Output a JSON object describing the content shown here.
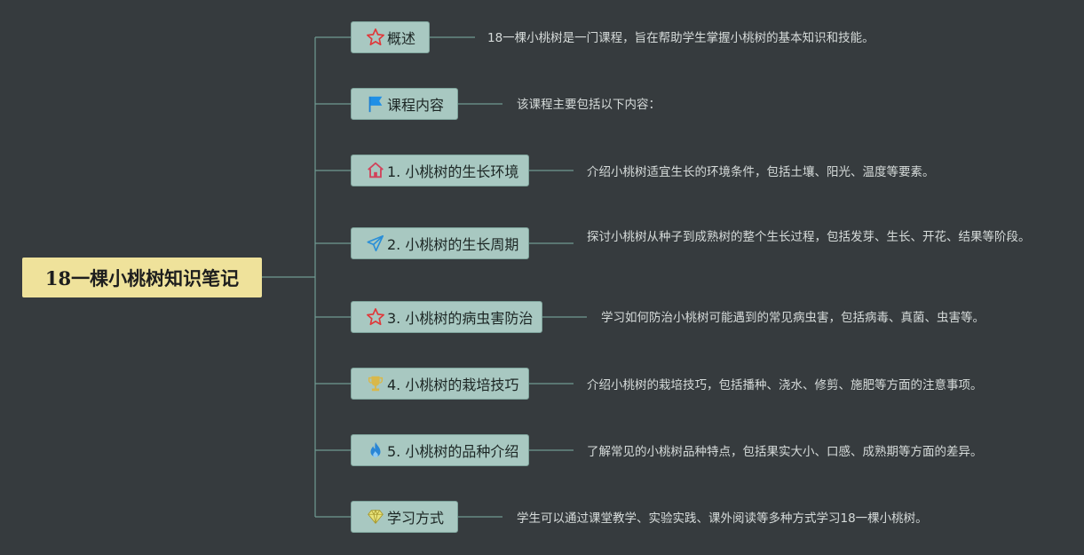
{
  "colors": {
    "background": "#363b3e",
    "root_fill": "#efe29b",
    "branch_fill": "#a8c8c1",
    "connector": "#6f9a92"
  },
  "root": {
    "title": "18一棵小桃树知识笔记"
  },
  "branches": [
    {
      "label": "概述",
      "icon": "star-icon",
      "description": "18一棵小桃树是一门课程，旨在帮助学生掌握小桃树的基本知识和技能。"
    },
    {
      "label": "课程内容",
      "icon": "flag-icon",
      "description": "该课程主要包括以下内容："
    },
    {
      "label": "1. 小桃树的生长环境",
      "icon": "home-icon",
      "description": "介绍小桃树适宜生长的环境条件，包括土壤、阳光、温度等要素。"
    },
    {
      "label": "2. 小桃树的生长周期",
      "icon": "paper-plane-icon",
      "description": "探讨小桃树从种子到成熟树的整个生长过程，包括发芽、生长、开花、结果等阶段。"
    },
    {
      "label": "3. 小桃树的病虫害防治",
      "icon": "star-icon",
      "description": "学习如何防治小桃树可能遇到的常见病虫害，包括病毒、真菌、虫害等。"
    },
    {
      "label": "4. 小桃树的栽培技巧",
      "icon": "trophy-icon",
      "description": "介绍小桃树的栽培技巧，包括播种、浇水、修剪、施肥等方面的注意事项。"
    },
    {
      "label": "5. 小桃树的品种介绍",
      "icon": "flame-icon",
      "description": "了解常见的小桃树品种特点，包括果实大小、口感、成熟期等方面的差异。"
    },
    {
      "label": "学习方式",
      "icon": "diamond-icon",
      "description": "学生可以通过课堂教学、实验实践、课外阅读等多种方式学习18一棵小桃树。"
    }
  ]
}
